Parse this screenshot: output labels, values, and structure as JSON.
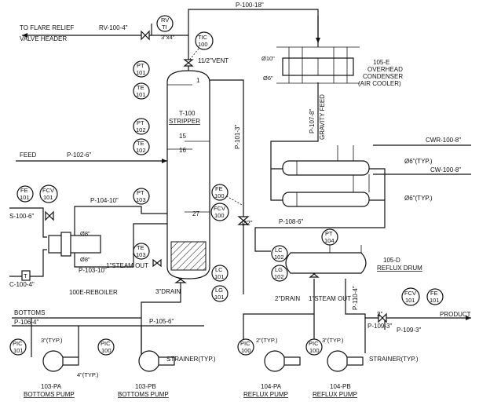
{
  "lines": {
    "p100_18": "P-100-18\"",
    "rv_100_4": "RV-100-4\"",
    "p102_6": "P-102-6\"",
    "p101_3": "P-101-3\"",
    "p107_8": "P-107-8\"",
    "p104_10": "P-104-10\"",
    "p103_10": "P-103-10\"",
    "p108_6": "P-108-6\"",
    "p105_6": "P-105-6\"",
    "p106_4": "P-106-4\"",
    "p110_4": "P-110-4\"",
    "p109_3a": "P-109-3\"",
    "p109_3b": "P-109-3\"",
    "cwr_100_8": "CWR-100-8\"",
    "cw_100_8": "CW-100-8\"",
    "s_100_6": "S-100-6\"",
    "c_100_4": "C-100-4\""
  },
  "labels": {
    "flare_1": "TO FLARE RELIEF",
    "flare_2": "VALVE HEADER",
    "feed": "FEED",
    "bottoms": "BOTTOMS",
    "product": "PRODUCT",
    "gravity_feed": "GRAVITY FEED",
    "vent": "11/2\"VENT",
    "size_3x4": "3\"x4\"",
    "d10": "Ø10\"",
    "d6_cond": "Ø6\"",
    "d8a": "Ø8\"",
    "d8b": "Ø8\"",
    "d2": "Ø2\"",
    "d6typ_a": "Ø6\"(TYP.)",
    "d6typ_b": "Ø6\"(TYP.)",
    "steam_out_t": "1\"STEAM OUT",
    "drain_t": "3\"DRAIN",
    "drain_d": "2\"DRAIN",
    "steam_out_d": "1\"STEAM OUT",
    "strainer_a": "STRAINER(TYP.)",
    "strainer_b": "STRAINER(TYP.)",
    "typ3_a": "3\"(TYP.)",
    "typ3_b": "4\"(TYP.)",
    "typ2_a": "2\"(TYP.)",
    "typ2_b": "3\"(TYP.)",
    "two_in": "2\"",
    "tray_1": "1",
    "tray_15": "15",
    "tray_16": "16",
    "tray_27": "27"
  },
  "equipment": {
    "stripper_tag": "T-100",
    "stripper_name": "STRIPPER",
    "condenser_tag": "105-E",
    "condenser_1": "OVERHEAD",
    "condenser_2": "CONDENSER",
    "condenser_3": "(AIR COOLER)",
    "drum_tag": "105-D",
    "drum_name": "REFLUX DRUM",
    "reboiler": "100E-REBOILER",
    "pump_103pa_tag": "103-PA",
    "pump_103pa_name": "BOTTOMS PUMP",
    "pump_103pb_tag": "103-PB",
    "pump_103pb_name": "BOTTOMS PUMP",
    "pump_104pa_tag": "104-PA",
    "pump_104pa_name": "REFLUX PUMP",
    "pump_104pb_tag": "104-PB",
    "pump_104pb_name": "REFLUX PUMP"
  },
  "instruments": {
    "rv_ti_1": "RV",
    "rv_ti_2": "TI",
    "tic100_1": "TIC",
    "tic100_2": "100",
    "pt101_1": "PT",
    "pt101_2": "101",
    "te101_1": "TE",
    "te101_2": "101",
    "pt102_1": "PT",
    "pt102_2": "102",
    "te102_1": "TE",
    "te102_2": "102",
    "pt103_1": "PT",
    "pt103_2": "103",
    "te103_1": "TE",
    "te103_2": "103",
    "fe100_1": "FE",
    "fe100_2": "100",
    "fcv100_1": "FCV",
    "fcv100_2": "100",
    "fe101_1": "FE",
    "fe101_2": "101",
    "fcv101_1": "FCV",
    "fcv101_2": "101",
    "lc101_1": "LC",
    "lc101_2": "101",
    "lg101_1": "LG",
    "lg101_2": "101",
    "pt104_1": "PT",
    "pt104_2": "104",
    "lc102_1": "LC",
    "lc102_2": "102",
    "lg102_1": "LG",
    "lg102_2": "102",
    "fcv101b_1": "FCV",
    "fcv101b_2": "101",
    "fe101b_1": "FE",
    "fe101b_2": "101",
    "pic101_1": "PIC",
    "pic101_2": "101",
    "pic100a_1": "PIC",
    "pic100a_2": "100",
    "pic100b_1": "PIC",
    "pic100b_2": "100",
    "pic100c_1": "PIC",
    "pic100c_2": "100",
    "t_small": "T"
  }
}
